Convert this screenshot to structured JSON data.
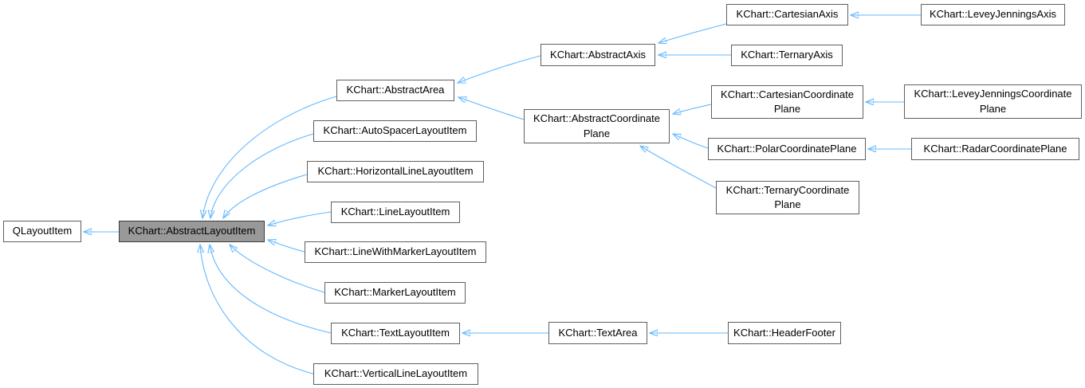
{
  "diagram": {
    "kind": "class-inheritance-graph",
    "colors": {
      "edge": "#63b8ff",
      "node_border": "#5f5f5f",
      "node_fill": "#ffffff",
      "selected_node_fill": "#999999",
      "selected_node_border": "#3a3a3a",
      "text": "#000000",
      "background": "#ffffff"
    },
    "nodes": [
      {
        "id": "qlayoutitem",
        "label": "QLayoutItem",
        "selected": false
      },
      {
        "id": "abstract-layout-item",
        "label": "KChart::AbstractLayoutItem",
        "selected": true
      },
      {
        "id": "abstract-area",
        "label": "KChart::AbstractArea",
        "selected": false
      },
      {
        "id": "auto-spacer-layout-item",
        "label": "KChart::AutoSpacerLayoutItem",
        "selected": false
      },
      {
        "id": "horizontal-line-layout-item",
        "label": "KChart::HorizontalLineLayoutItem",
        "selected": false
      },
      {
        "id": "line-layout-item",
        "label": "KChart::LineLayoutItem",
        "selected": false
      },
      {
        "id": "line-with-marker-layout-item",
        "label": "KChart::LineWithMarkerLayoutItem",
        "selected": false
      },
      {
        "id": "marker-layout-item",
        "label": "KChart::MarkerLayoutItem",
        "selected": false
      },
      {
        "id": "text-layout-item",
        "label": "KChart::TextLayoutItem",
        "selected": false
      },
      {
        "id": "vertical-line-layout-item",
        "label": "KChart::VerticalLineLayoutItem",
        "selected": false
      },
      {
        "id": "abstract-axis",
        "label": "KChart::AbstractAxis",
        "selected": false
      },
      {
        "id": "abstract-coordinate-plane",
        "label": "KChart::AbstractCoordinate\nPlane",
        "selected": false
      },
      {
        "id": "cartesian-axis",
        "label": "KChart::CartesianAxis",
        "selected": false
      },
      {
        "id": "ternary-axis",
        "label": "KChart::TernaryAxis",
        "selected": false
      },
      {
        "id": "cartesian-coordinate-plane",
        "label": "KChart::CartesianCoordinate\nPlane",
        "selected": false
      },
      {
        "id": "polar-coordinate-plane",
        "label": "KChart::PolarCoordinatePlane",
        "selected": false
      },
      {
        "id": "ternary-coordinate-plane",
        "label": "KChart::TernaryCoordinate\nPlane",
        "selected": false
      },
      {
        "id": "levey-jennings-axis",
        "label": "KChart::LeveyJenningsAxis",
        "selected": false
      },
      {
        "id": "levey-jennings-coordinate-plane",
        "label": "KChart::LeveyJenningsCoordinate\nPlane",
        "selected": false
      },
      {
        "id": "radar-coordinate-plane",
        "label": "KChart::RadarCoordinatePlane",
        "selected": false
      },
      {
        "id": "text-area",
        "label": "KChart::TextArea",
        "selected": false
      },
      {
        "id": "header-footer",
        "label": "KChart::HeaderFooter",
        "selected": false
      }
    ],
    "edges": [
      {
        "derived": "KChart::AbstractLayoutItem",
        "base": "QLayoutItem"
      },
      {
        "derived": "KChart::AbstractArea",
        "base": "KChart::AbstractLayoutItem"
      },
      {
        "derived": "KChart::AutoSpacerLayoutItem",
        "base": "KChart::AbstractLayoutItem"
      },
      {
        "derived": "KChart::HorizontalLineLayoutItem",
        "base": "KChart::AbstractLayoutItem"
      },
      {
        "derived": "KChart::LineLayoutItem",
        "base": "KChart::AbstractLayoutItem"
      },
      {
        "derived": "KChart::LineWithMarkerLayoutItem",
        "base": "KChart::AbstractLayoutItem"
      },
      {
        "derived": "KChart::MarkerLayoutItem",
        "base": "KChart::AbstractLayoutItem"
      },
      {
        "derived": "KChart::TextLayoutItem",
        "base": "KChart::AbstractLayoutItem"
      },
      {
        "derived": "KChart::VerticalLineLayoutItem",
        "base": "KChart::AbstractLayoutItem"
      },
      {
        "derived": "KChart::AbstractAxis",
        "base": "KChart::AbstractArea"
      },
      {
        "derived": "KChart::AbstractCoordinatePlane",
        "base": "KChart::AbstractArea"
      },
      {
        "derived": "KChart::CartesianAxis",
        "base": "KChart::AbstractAxis"
      },
      {
        "derived": "KChart::TernaryAxis",
        "base": "KChart::AbstractAxis"
      },
      {
        "derived": "KChart::LeveyJenningsAxis",
        "base": "KChart::CartesianAxis"
      },
      {
        "derived": "KChart::CartesianCoordinatePlane",
        "base": "KChart::AbstractCoordinatePlane"
      },
      {
        "derived": "KChart::PolarCoordinatePlane",
        "base": "KChart::AbstractCoordinatePlane"
      },
      {
        "derived": "KChart::TernaryCoordinatePlane",
        "base": "KChart::AbstractCoordinatePlane"
      },
      {
        "derived": "KChart::LeveyJenningsCoordinatePlane",
        "base": "KChart::CartesianCoordinatePlane"
      },
      {
        "derived": "KChart::RadarCoordinatePlane",
        "base": "KChart::PolarCoordinatePlane"
      },
      {
        "derived": "KChart::TextArea",
        "base": "KChart::TextLayoutItem"
      },
      {
        "derived": "KChart::HeaderFooter",
        "base": "KChart::TextArea"
      }
    ]
  }
}
